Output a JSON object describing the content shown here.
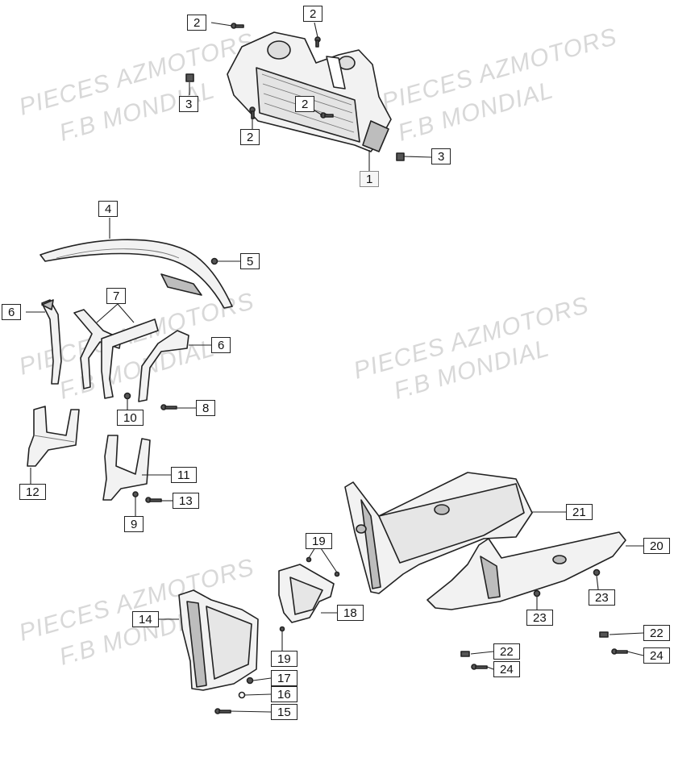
{
  "watermarks": [
    "PIECES AZMOTORS",
    "F.B MONDIAL",
    "PIECES AZMOTORS",
    "F.B MONDIAL",
    "PIECES AZMOTORS",
    "F.B MONDIAL",
    "PIECES AZMOTORS",
    "F.B MONDIAL",
    "PIECES AZMOTORS",
    "F.B MONDIAL"
  ],
  "callouts": {
    "c2a": "2",
    "c2b": "2",
    "c3a": "3",
    "c2c": "2",
    "c2d": "2",
    "c3b": "3",
    "c1": "1",
    "c4": "4",
    "c5": "5",
    "c6a": "6",
    "c7": "7",
    "c6b": "6",
    "c8": "8",
    "c10": "10",
    "c12": "12",
    "c11": "11",
    "c13": "13",
    "c9": "9",
    "c21": "21",
    "c19a": "19",
    "c20": "20",
    "c18": "18",
    "c23a": "23",
    "c23b": "23",
    "c14": "14",
    "c22a": "22",
    "c22b": "22",
    "c24a": "24",
    "c24b": "24",
    "c19b": "19",
    "c17": "17",
    "c16": "16",
    "c15": "15"
  },
  "colors": {
    "line": "#222222",
    "part_fill": "#f2f2f2",
    "shade": "#bdbdbd",
    "watermark": "#d8d8d8"
  }
}
